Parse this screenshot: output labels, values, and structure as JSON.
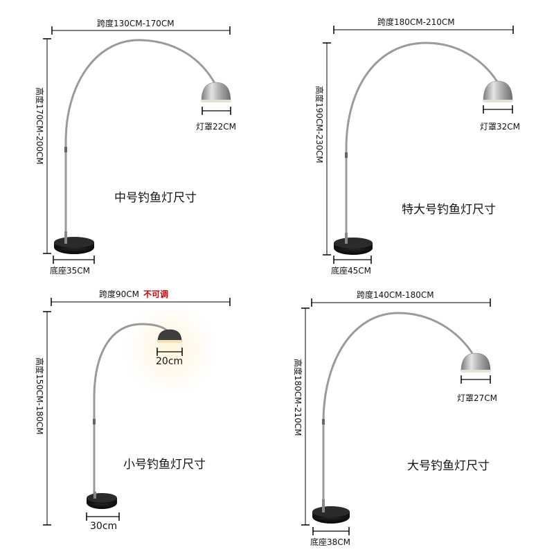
{
  "colors": {
    "note": "#d00000",
    "rod": "#9a9a9a",
    "base": "#111111",
    "shade": "#b9b9b9"
  },
  "panels": {
    "medium": {
      "span_label": "跨度130CM-170CM",
      "height_label": "高度170CM-200CM",
      "shade_label": "灯罩22CM",
      "base_label": "底座35CM",
      "title": "中号钓鱼灯尺寸"
    },
    "extra_large": {
      "span_label": "跨度180CM-210CM",
      "height_label": "高度190CM-230CM",
      "shade_label": "灯罩32CM",
      "base_label": "底座45CM",
      "title": "特大号钓鱼灯尺寸"
    },
    "small": {
      "span_label": "跨度90CM",
      "span_note": "不可调",
      "height_label": "高度150CM-180CM",
      "shade_label": "20cm",
      "base_label": "30cm",
      "title": "小号钓鱼灯尺寸"
    },
    "large": {
      "span_label": "跨度140CM-180CM",
      "height_label": "高度180CM-210CM",
      "shade_label": "灯罩27CM",
      "base_label": "底座38CM",
      "title": "大号钓鱼灯尺寸"
    }
  }
}
